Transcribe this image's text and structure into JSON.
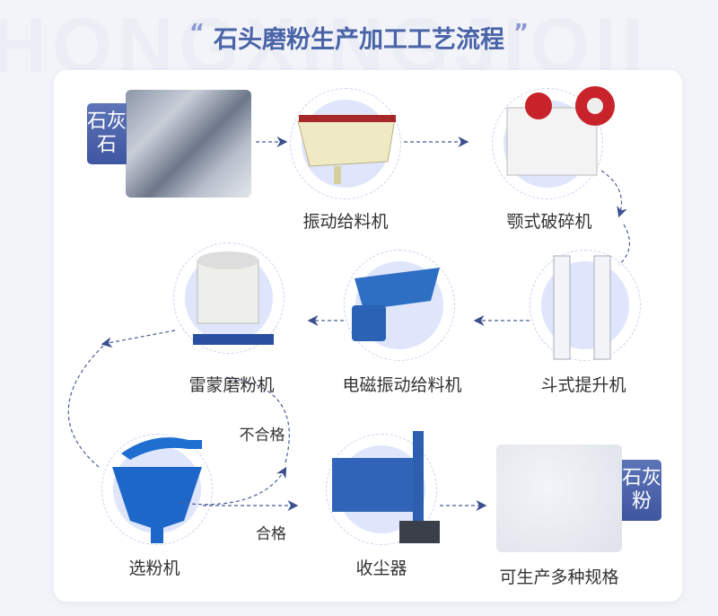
{
  "watermark": "HONGXINGJIQII",
  "title": "石头磨粉生产加工工艺流程",
  "quote_open": "“",
  "quote_close": "”",
  "input": {
    "tag": "石灰石"
  },
  "output": {
    "tag": "石灰粉",
    "label": "可生产多种规格"
  },
  "steps": [
    {
      "label": "振动给料机"
    },
    {
      "label": "颚式破碎机"
    },
    {
      "label": "斗式提升机"
    },
    {
      "label": "电磁振动给料机"
    },
    {
      "label": "雷蒙磨粉机"
    },
    {
      "label": "选粉机"
    },
    {
      "label": "收尘器"
    }
  ],
  "flow_labels": {
    "reject": "不合格",
    "pass": "合格"
  },
  "colors": {
    "accent": "#4a64a8",
    "arrow": "#3a4f8f",
    "circle": "#dfe6fb"
  }
}
